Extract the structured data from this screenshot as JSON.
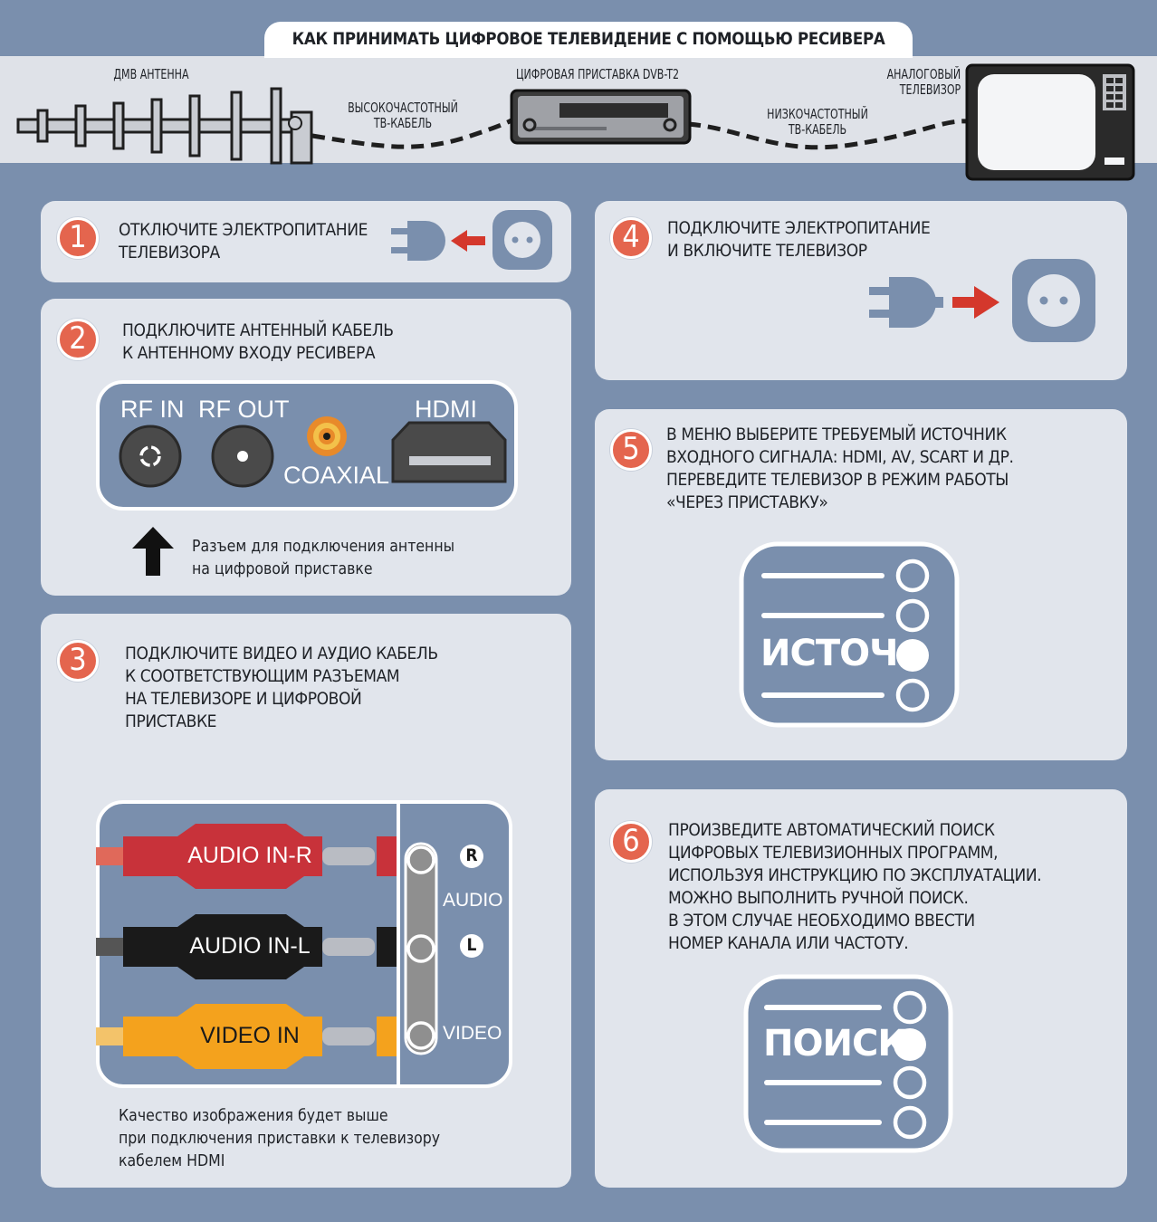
{
  "title": "КАК ПРИНИМАТЬ ЦИФРОВОЕ ТЕЛЕВИДЕНИЕ С ПОМОЩЬЮ РЕСИВЕРА",
  "header": {
    "antenna_label": "ДМВ АНТЕННА",
    "hf_cable_line1": "ВЫСОКОЧАСТОТНЫЙ",
    "hf_cable_line2": "ТВ-КАБЕЛЬ",
    "settop_label": "ЦИФРОВАЯ ПРИСТАВКА DVB-T2",
    "lf_cable_line1": "НИЗКОЧАСТОТНЫЙ",
    "lf_cable_line2": "ТВ-КАБЕЛЬ",
    "tv_line1": "АНАЛОГОВЫЙ",
    "tv_line2": "ТЕЛЕВИЗОР"
  },
  "steps": [
    {
      "num": "1",
      "lines": [
        "ОТКЛЮЧИТЕ ЭЛЕКТРОПИТАНИЕ",
        "ТЕЛЕВИЗОРА"
      ]
    },
    {
      "num": "2",
      "lines": [
        "ПОДКЛЮЧИТЕ АНТЕННЫЙ КАБЕЛЬ",
        "К АНТЕННОМУ ВХОДУ РЕСИВЕРА"
      ],
      "note": [
        "Разъем для подключения антенны",
        "на цифровой приставке"
      ]
    },
    {
      "num": "3",
      "lines": [
        "ПОДКЛЮЧИТЕ ВИДЕО И АУДИО КАБЕЛЬ",
        "К СООТВЕТСТВУЮЩИМ РАЗЪЕМАМ",
        "НА ТЕЛЕВИЗОРЕ И ЦИФРОВОЙ",
        "ПРИСТАВКЕ"
      ],
      "note": [
        "Качество изображения будет выше",
        "при подключения  приставки к телевизору",
        "кабелем HDMI"
      ]
    },
    {
      "num": "4",
      "lines": [
        "ПОДКЛЮЧИТЕ ЭЛЕКТРОПИТАНИЕ",
        "И ВКЛЮЧИТЕ ТЕЛЕВИЗОР"
      ]
    },
    {
      "num": "5",
      "lines": [
        "В МЕНЮ ВЫБЕРИТЕ ТРЕБУЕМЫЙ ИСТОЧНИК",
        "ВХОДНОГО СИГНАЛА: HDMI, AV, SCART И ДР.",
        "ПЕРЕВЕДИТЕ ТЕЛЕВИЗОР В РЕЖИМ РАБОТЫ",
        "«ЧЕРЕЗ ПРИСТАВКУ»"
      ],
      "menu_word": "ИСТОЧ."
    },
    {
      "num": "6",
      "lines": [
        "ПРОИЗВЕДИТЕ АВТОМАТИЧЕСКИЙ ПОИСК",
        "ЦИФРОВЫХ ТЕЛЕВИЗИОННЫХ ПРОГРАММ,",
        "ИСПОЛЬЗУЯ ИНСТРУКЦИЮ ПО ЭКСПЛУАТАЦИИ.",
        "МОЖНО ВЫПОЛНИТЬ РУЧНОЙ ПОИСК.",
        "В ЭТОМ СЛУЧАЕ НЕОБХОДИМО ВВЕСТИ",
        "НОМЕР КАНАЛА ИЛИ ЧАСТОТУ."
      ],
      "menu_word": "ПОИСК"
    }
  ],
  "ports": {
    "rf_in": "RF IN",
    "rf_out": "RF OUT",
    "coaxial": "COAXIAL",
    "hdmi": "HDMI"
  },
  "rca": {
    "audio_r": "AUDIO IN-R",
    "audio_l": "AUDIO IN-L",
    "video": "VIDEO IN",
    "r": "R",
    "l": "L",
    "audio": "AUDIO",
    "video_port": "VIDEO"
  },
  "colors": {
    "background": "#7a8fad",
    "card": "#e1e5ec",
    "badge": "#e4654e",
    "arrow": "#d4382c",
    "rca_red": "#c8323a",
    "rca_black": "#1a1a1a",
    "rca_yellow": "#f4a21d"
  }
}
